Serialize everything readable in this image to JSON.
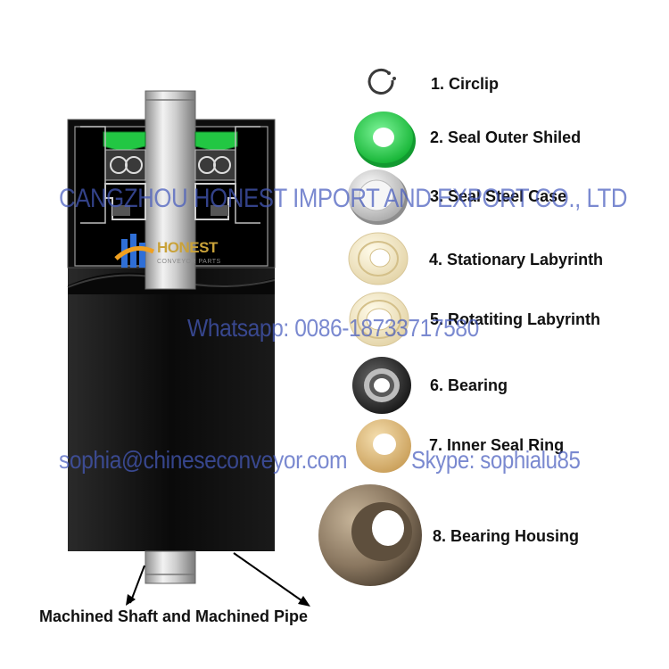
{
  "parts": [
    {
      "number": "1.",
      "name": "Circlip",
      "icon": "circlip-icon"
    },
    {
      "number": "2.",
      "name": "Seal Outer Shiled",
      "icon": "seal-outer-shield-icon"
    },
    {
      "number": "3.",
      "name": "Seal Steel Case",
      "icon": "seal-steel-case-icon"
    },
    {
      "number": "4.",
      "name": "Stationary Labyrinth",
      "icon": "stationary-labyrinth-icon"
    },
    {
      "number": "5.",
      "name": "Rotatiting Labyrinth",
      "icon": "rotating-labyrinth-icon"
    },
    {
      "number": "6.",
      "name": "Bearing",
      "icon": "bearing-icon"
    },
    {
      "number": "7.",
      "name": "Inner Seal Ring",
      "icon": "inner-seal-ring-icon"
    },
    {
      "number": "8.",
      "name": "Bearing Housing",
      "icon": "bearing-housing-icon"
    }
  ],
  "caption": "Machined Shaft and Machined Pipe",
  "logo": {
    "name": "HONEST",
    "tagline": "CONVEYOR PARTS"
  },
  "watermarks": {
    "company": "CANGZHOU HONEST IMPORT AND EXPORT CO., LTD",
    "whatsapp": "Whatsapp: 0086-18733717580",
    "email": "sophia@chineseconveyor.com",
    "skype": "Skype: sophialu85"
  },
  "colors": {
    "pipe": "#0b0b0b",
    "shaft": "#c8c8c8",
    "seal_green": "#2bd24a",
    "labyrinth_cream": "#f4ecd2",
    "inner_ring_tan": "#e6c88f",
    "housing_bronze": "#8c7a62",
    "watermark": "#465cbe"
  }
}
